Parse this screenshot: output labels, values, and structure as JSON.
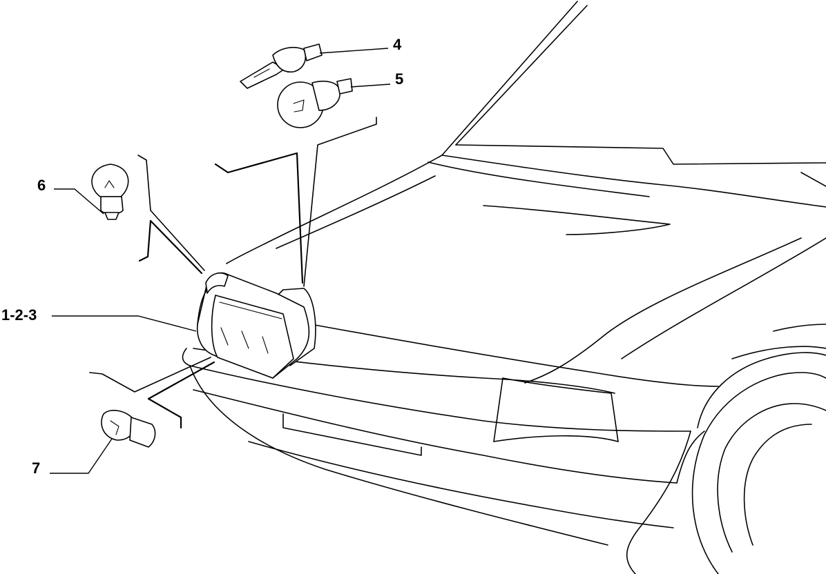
{
  "callouts": {
    "c4": "4",
    "c5": "5",
    "c6": "6",
    "c123": "1-2-3",
    "c7": "7"
  }
}
